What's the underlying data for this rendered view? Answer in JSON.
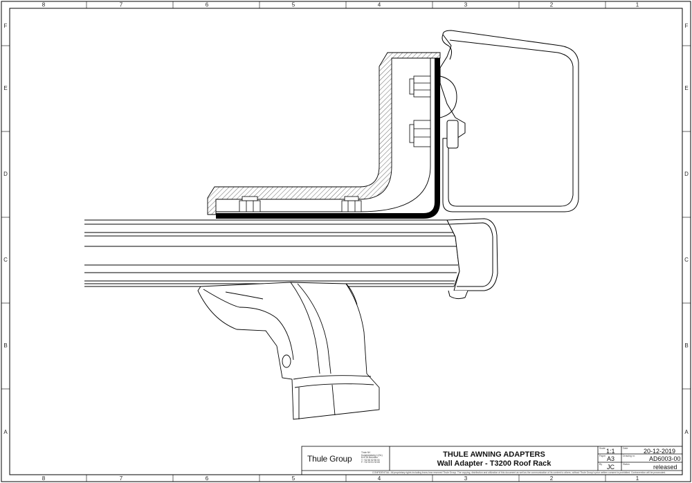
{
  "drawing": {
    "top_zones": [
      "8",
      "7",
      "6",
      "5",
      "4",
      "3",
      "2",
      "1"
    ],
    "bottom_zones": [
      "8",
      "7",
      "6",
      "5",
      "4",
      "3",
      "2",
      "1"
    ],
    "side_zones": [
      "F",
      "E",
      "D",
      "C",
      "B",
      "A"
    ]
  },
  "title_block": {
    "company_logo": "Thule Group",
    "company_address": "Thule NV\nKunstmestweg 4 (NL)\nB-8730 Beernem\nT: +32 50 52 98 00\nF: +32 50 51 92 65",
    "title_line1": "THULE AWNING ADAPTERS",
    "title_line2": "Wall Adapter - T3200 Roof Rack",
    "scale_label": "Scale",
    "scale_value": "1:1",
    "paper_label": "Paper",
    "paper_value": "A3",
    "by_label": "By",
    "by_value": "JC",
    "date_label": "Date",
    "date_value": "20-12-2019",
    "drawing_no_label": "Drawing nr.",
    "drawing_no_value": "AD6003-00",
    "status_label": "Status",
    "status_value": "released",
    "confidential_note": "CONFIDENTIAL: All proprietary rights including know-how reserved Thule Group. The copying, distribution and utilization of this document as well as the communication of its content to others, without Thule Group's prior written consent is prohibited. Contravention will be prosecuted."
  }
}
